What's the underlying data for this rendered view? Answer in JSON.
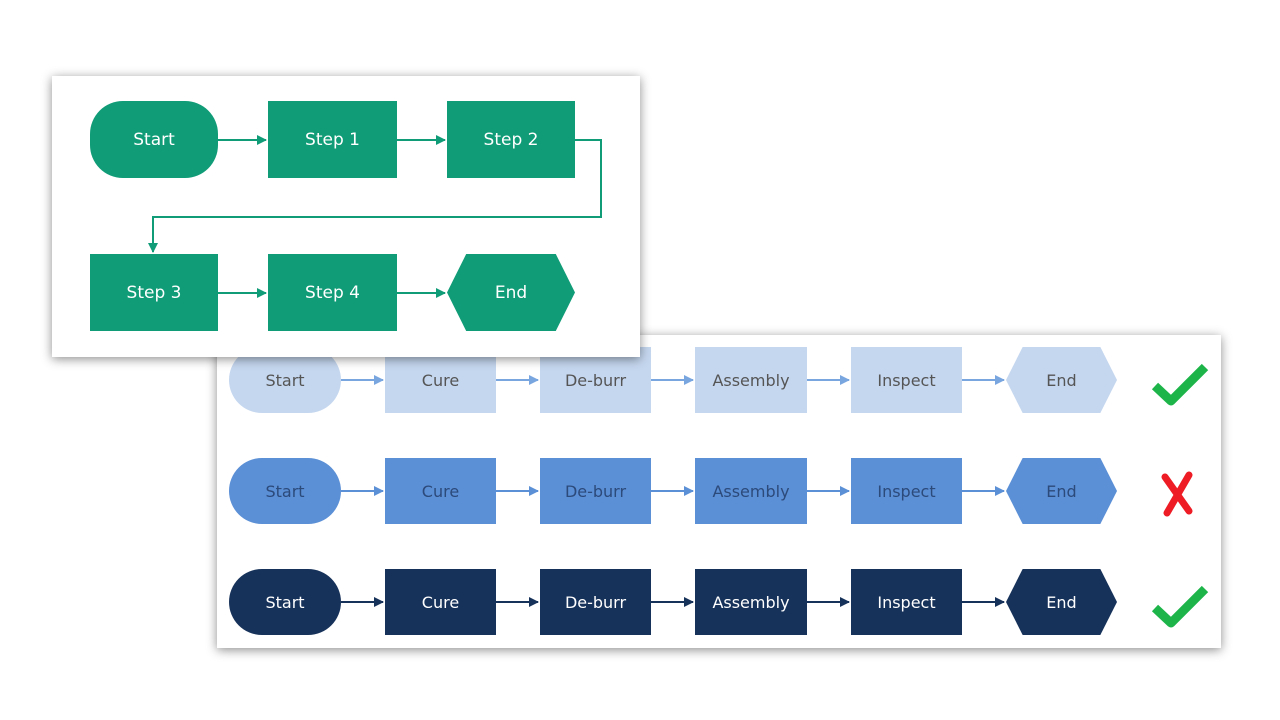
{
  "top_flow": {
    "color": "#109c77",
    "nodes": [
      {
        "id": "start",
        "label": "Start",
        "shape": "pill"
      },
      {
        "id": "step1",
        "label": "Step 1",
        "shape": "rect"
      },
      {
        "id": "step2",
        "label": "Step 2",
        "shape": "rect"
      },
      {
        "id": "step3",
        "label": "Step 3",
        "shape": "rect"
      },
      {
        "id": "step4",
        "label": "Step 4",
        "shape": "rect"
      },
      {
        "id": "end",
        "label": "End",
        "shape": "hexagon"
      }
    ],
    "edges": [
      [
        "start",
        "step1"
      ],
      [
        "step1",
        "step2"
      ],
      [
        "step2",
        "step3"
      ],
      [
        "step3",
        "step4"
      ],
      [
        "step4",
        "end"
      ]
    ]
  },
  "bottom_flows": {
    "node_labels": [
      "Start",
      "Cure",
      "De-burr",
      "Assembly",
      "Inspect",
      "End"
    ],
    "rows": [
      {
        "fill": "#c5d7ef",
        "text_color": "#555555",
        "arrow_color": "#7aa6e0",
        "verdict": "check",
        "verdict_color": "#1db54a"
      },
      {
        "fill": "#5b8fd6",
        "text_color": "#2c4a7a",
        "arrow_color": "#5b8fd6",
        "verdict": "cross",
        "verdict_color": "#ee1c25"
      },
      {
        "fill": "#17325a",
        "text_color": "#ffffff",
        "arrow_color": "#17325a",
        "verdict": "check",
        "verdict_color": "#1db54a"
      }
    ]
  }
}
